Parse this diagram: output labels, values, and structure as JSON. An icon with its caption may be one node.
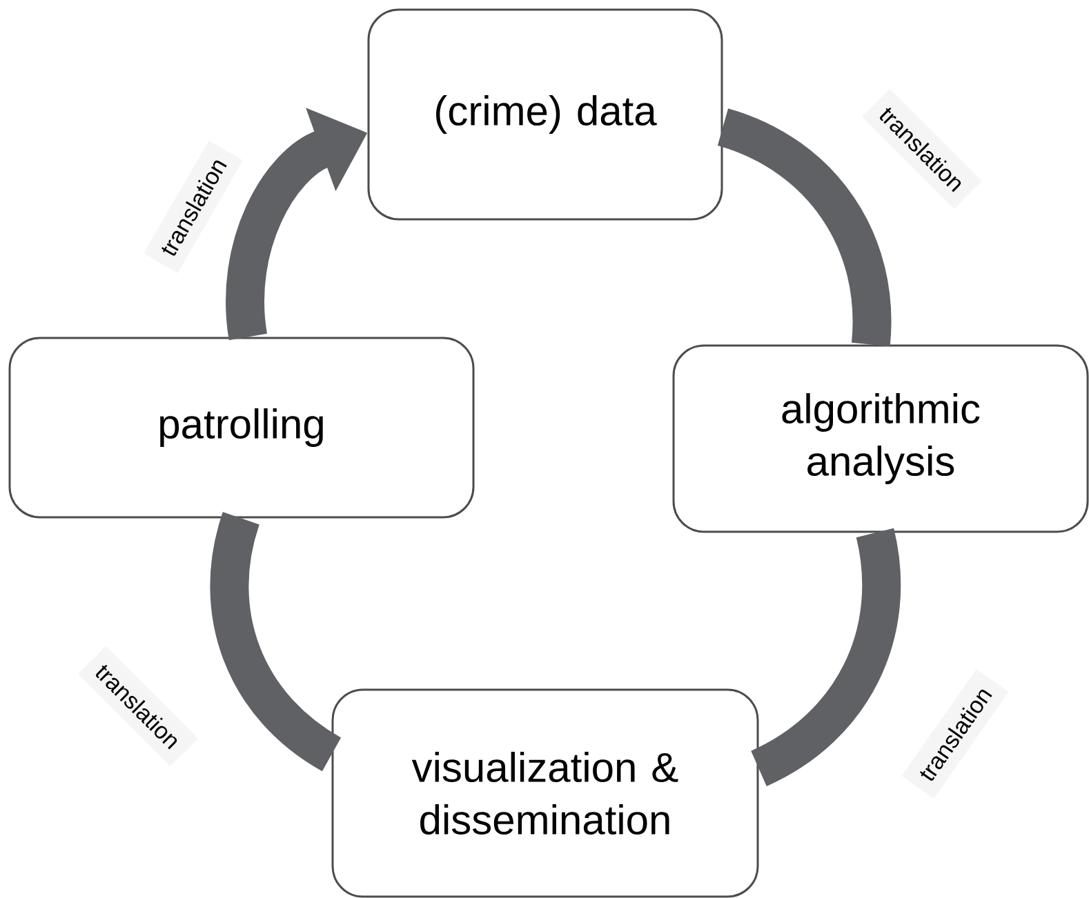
{
  "diagram": {
    "nodes": [
      {
        "text": [
          "(crime) data"
        ]
      },
      {
        "text": [
          "algorithmic analysis"
        ]
      },
      {
        "text": [
          "visualization & dissemination"
        ]
      },
      {
        "text": [
          "patrolling"
        ]
      }
    ],
    "edges": [
      {
        "from": 0,
        "to": 1,
        "arrow": "none",
        "label": "translation"
      },
      {
        "from": 1,
        "to": 2,
        "arrow": "none",
        "label": "translation"
      },
      {
        "from": 2,
        "to": 3,
        "arrow": "none",
        "label": "translation"
      },
      {
        "from": 3,
        "to": 0,
        "arrow": "to",
        "label": "translation"
      }
    ]
  }
}
